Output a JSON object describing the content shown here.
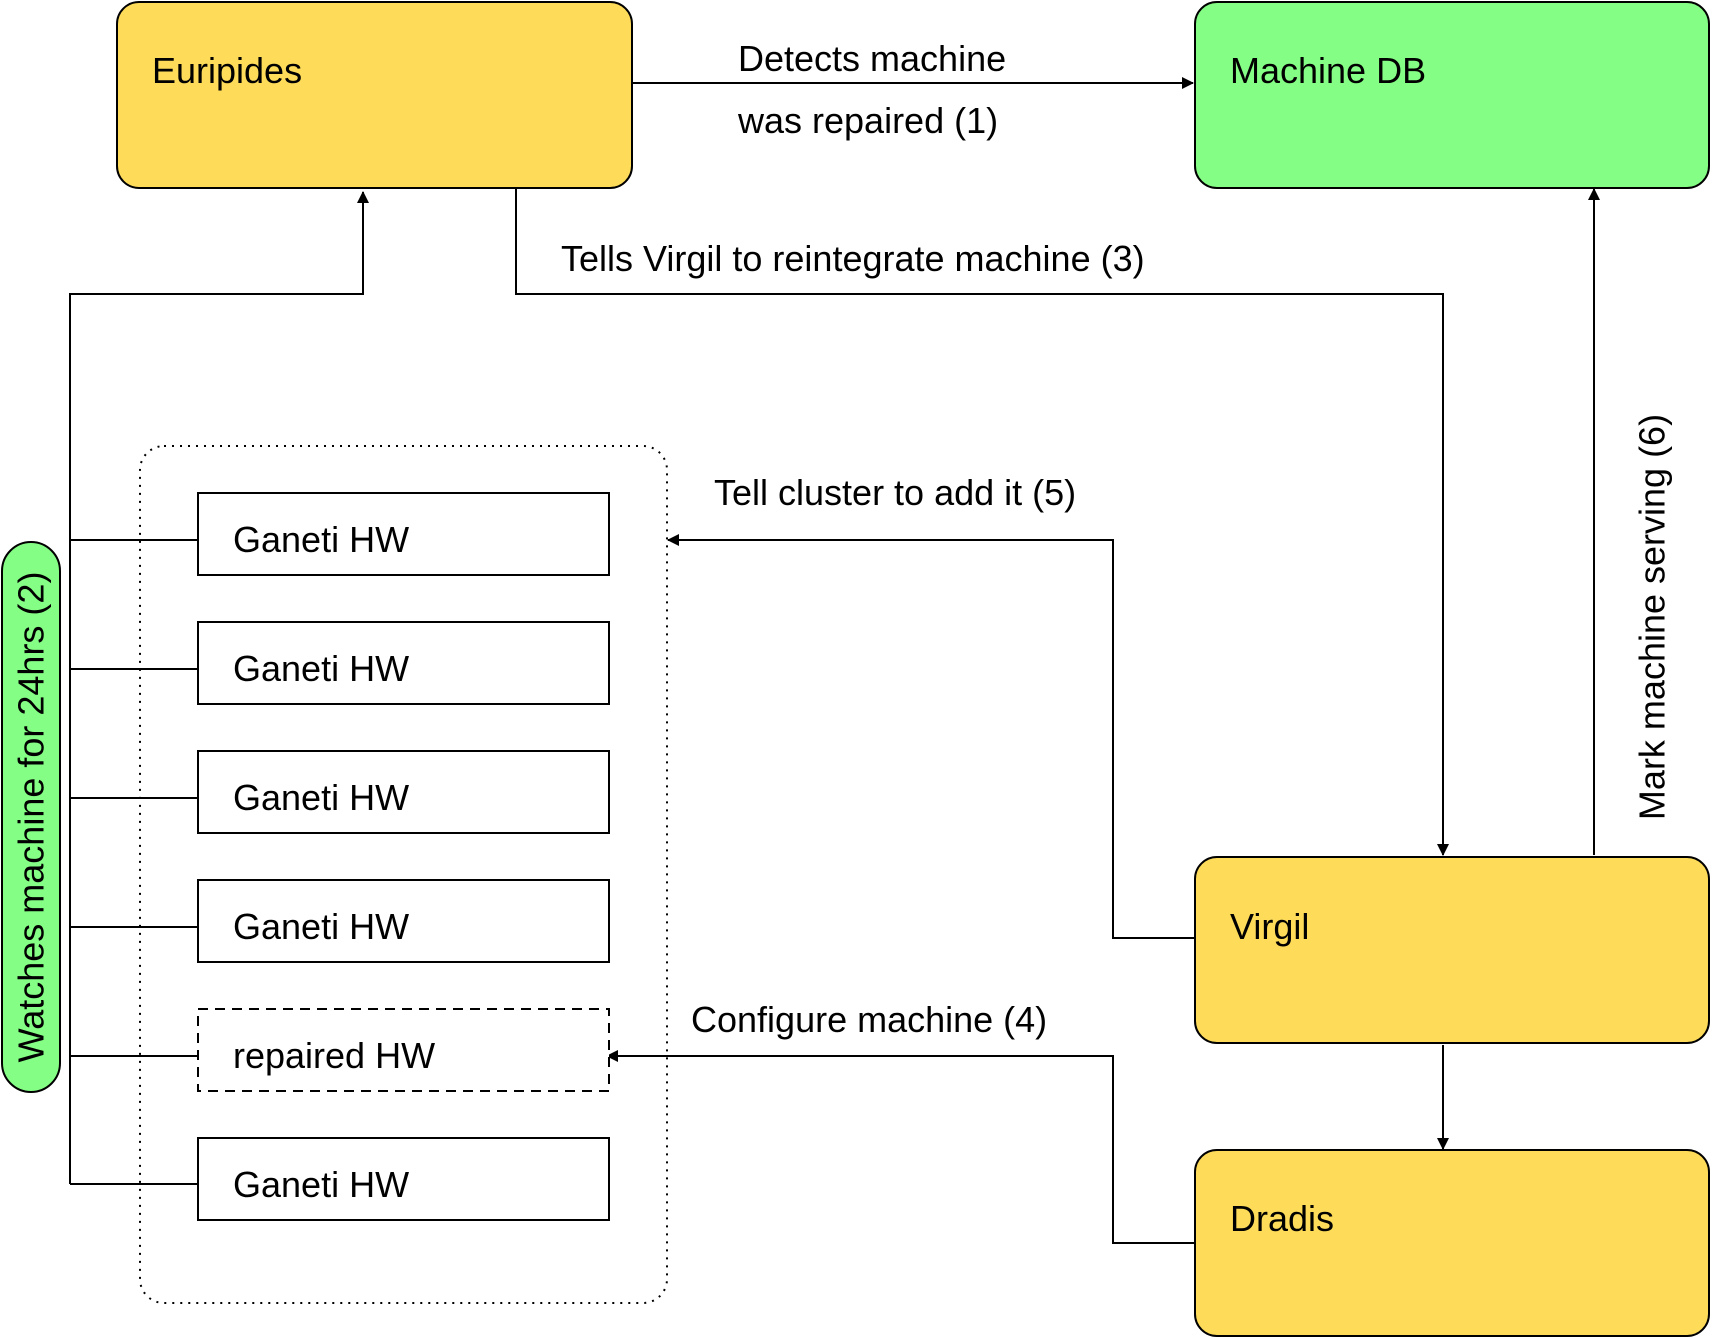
{
  "colors": {
    "service": "#fedc5a",
    "database": "#84fe84",
    "label_pill": "#84fe84",
    "stroke": "#000000"
  },
  "nodes": {
    "euripides": "Euripides",
    "machine_db": "Machine DB",
    "virgil": "Virgil",
    "dradis": "Dradis"
  },
  "cluster": {
    "machines": [
      {
        "label": "Ganeti HW",
        "state": "normal"
      },
      {
        "label": "Ganeti HW",
        "state": "normal"
      },
      {
        "label": "Ganeti HW",
        "state": "normal"
      },
      {
        "label": "Ganeti HW",
        "state": "normal"
      },
      {
        "label": "repaired HW",
        "state": "repaired"
      },
      {
        "label": "Ganeti HW",
        "state": "normal"
      }
    ]
  },
  "edges": {
    "detects_line1": "Detects machine",
    "detects_line2": "was repaired (1)",
    "watches": "Watches machine for 24hrs (2)",
    "tells_virgil": "Tells Virgil to reintegrate machine (3)",
    "configure": "Configure machine (4)",
    "tell_cluster": "Tell cluster to add it (5)",
    "mark_serving": "Mark machine serving (6)"
  }
}
